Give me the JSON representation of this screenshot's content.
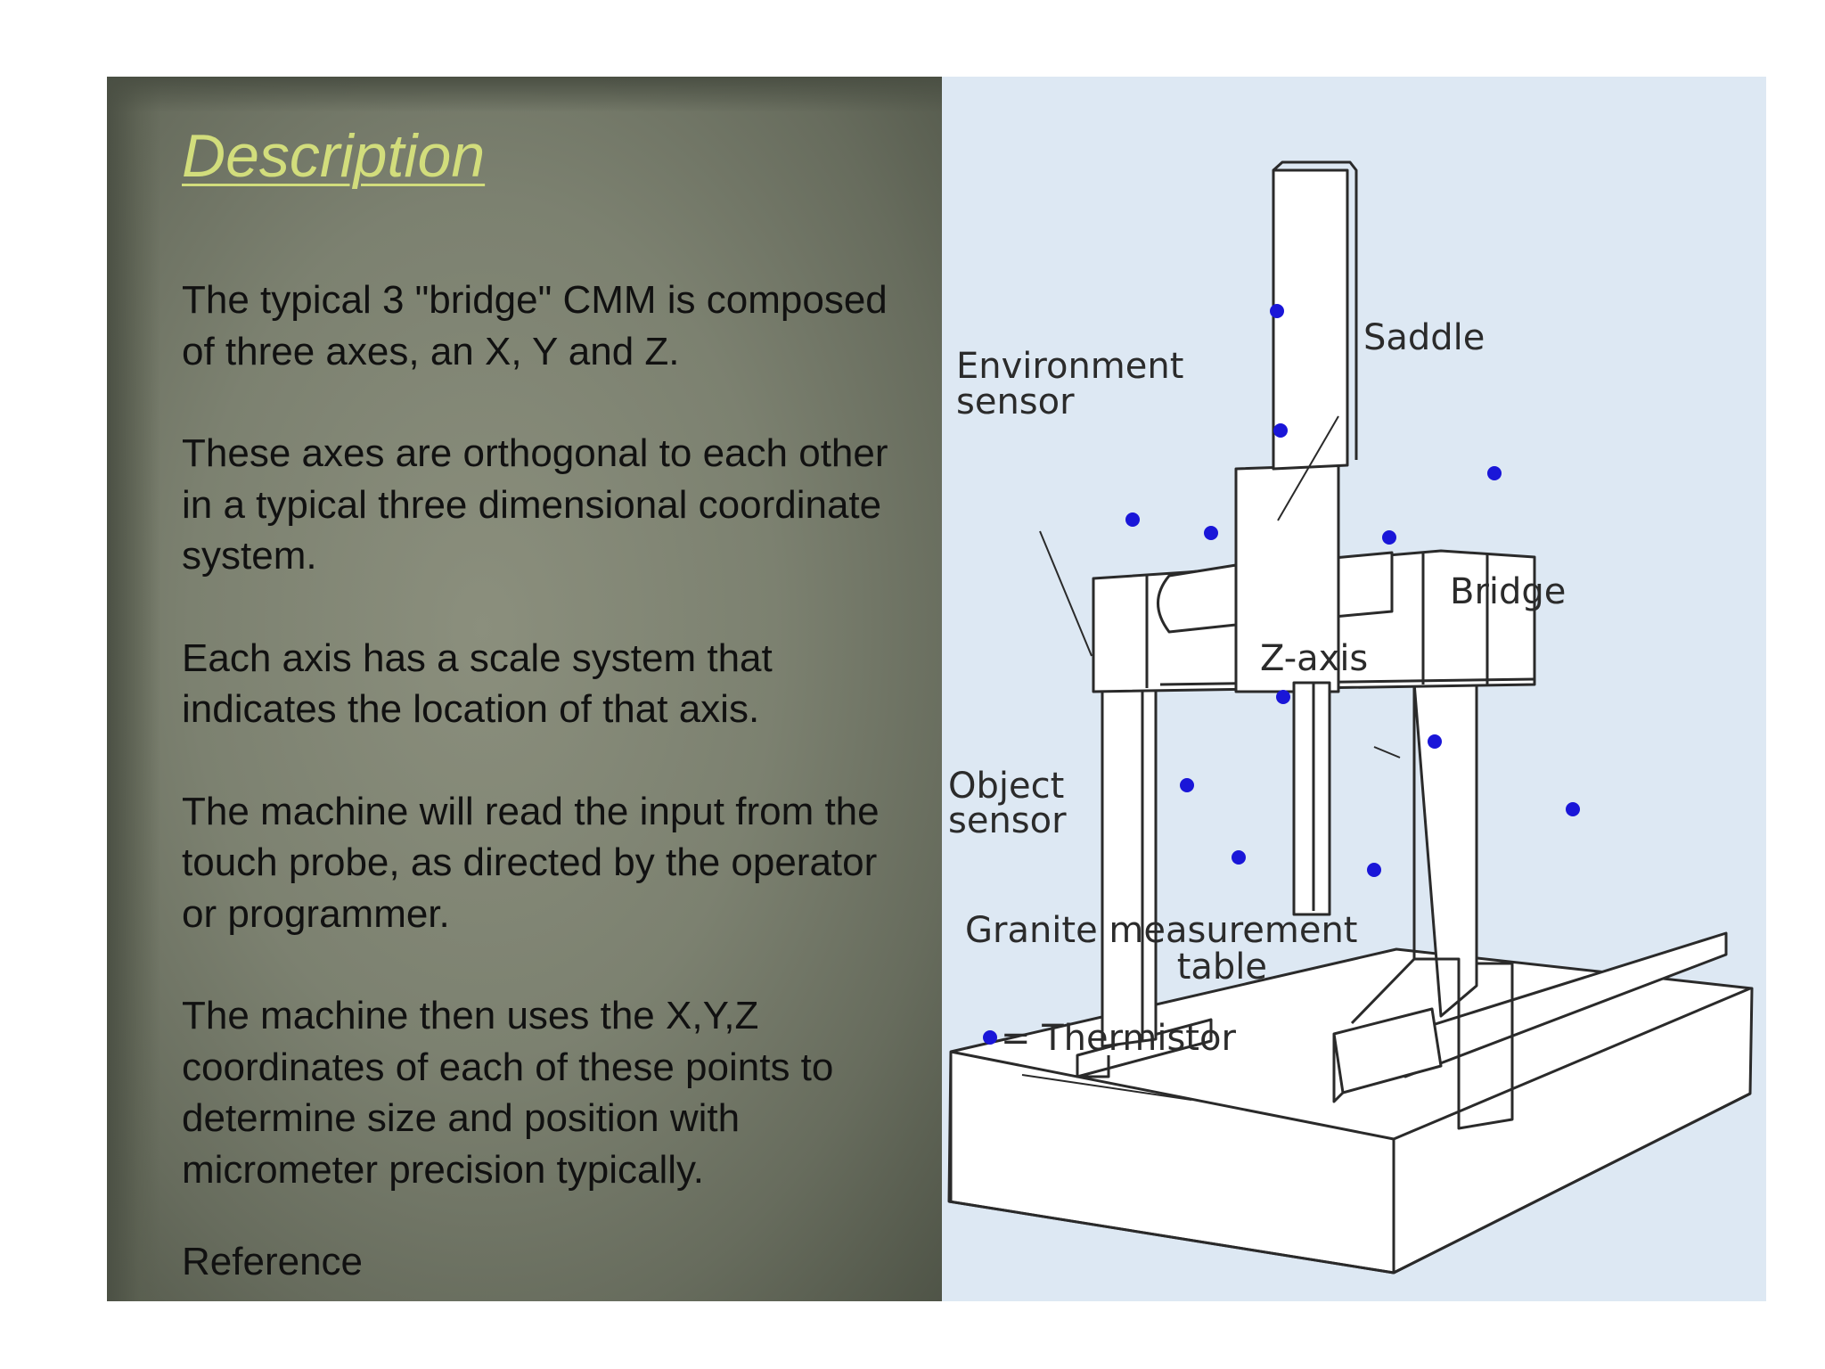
{
  "slide": {
    "title": "Description",
    "paragraphs": [
      "The typical 3 \"bridge\" CMM is composed of three axes, an X, Y and Z.",
      "These axes are orthogonal to each other in a typical three dimensional coordinate system.",
      "Each axis has a scale system that indicates the location of that axis.",
      "The machine will read the input from the touch probe, as directed by the operator or programmer.",
      "The machine then uses the X,Y,Z coordinates of each of these points to determine size and position with micrometer precision typically."
    ],
    "reference": "Reference"
  },
  "diagram": {
    "labels": {
      "saddle": "Saddle",
      "environment_sensor_1": "Environment",
      "environment_sensor_2": "sensor",
      "bridge": "Bridge",
      "z_axis": "Z-axis",
      "object_sensor_1": "Object",
      "object_sensor_2": "sensor",
      "granite_1": "Granite measurement",
      "granite_2": "table",
      "legend": "= Thermistor"
    },
    "colors": {
      "thermistor": "#1a16d8",
      "line": "#2a2a2a",
      "background": "#dde8f3"
    }
  }
}
